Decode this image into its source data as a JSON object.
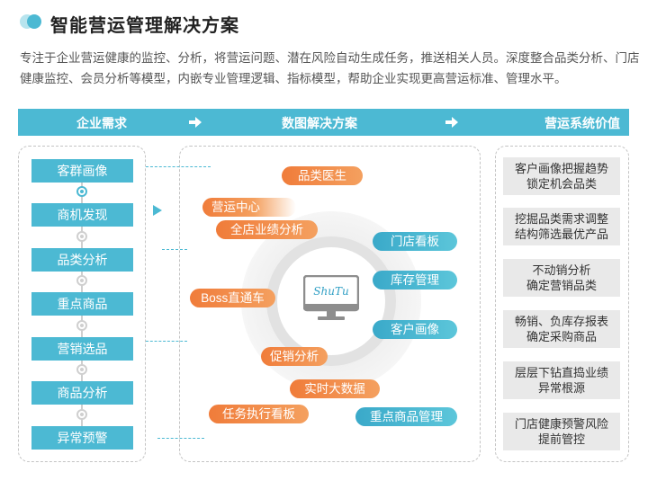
{
  "header": {
    "title": "智能营运管理解决方案",
    "intro": "专注于企业营运健康的监控、分析，将营运问题、潜在风险自动生成任务，推送相关人员。深度整合品类分析、门店健康监控、会员分析等模型，内嵌专业管理逻辑、指标模型，帮助企业实现更高营运标准、管理水平。"
  },
  "columns": {
    "needs": "企业需求",
    "solutions": "数图解决方案",
    "values": "营运系统价值"
  },
  "needs": [
    "客群画像",
    "商机发现",
    "品类分析",
    "重点商品",
    "营销选品",
    "商品分析",
    "异常预警"
  ],
  "center_logo": "ShuTu",
  "solutions": {
    "category_doctor": "品类医生",
    "ops_center": "营运中心",
    "store_performance": "全店业绩分析",
    "store_board": "门店看板",
    "inventory": "库存管理",
    "boss_express": "Boss直通车",
    "customer_portrait": "客户画像",
    "promotion": "促销分析",
    "realtime_bigdata": "实时大数据",
    "task_board": "任务执行看板",
    "key_goods_mgmt": "重点商品管理"
  },
  "values": [
    {
      "line1": "客户画像把握趋势",
      "line2": "锁定机会品类"
    },
    {
      "line1": "挖掘品类需求调整",
      "line2": "结构筛选最优产品"
    },
    {
      "line1": "不动销分析",
      "line2": "确定营销品类"
    },
    {
      "line1": "畅销、负库存报表",
      "line2": "确定采购商品"
    },
    {
      "line1": "层层下钻直捣业绩",
      "line2": "异常根源"
    },
    {
      "line1": "门店健康预警风险",
      "line2": "提前管控"
    }
  ],
  "colors": {
    "accent": "#4cb9d3",
    "orange": "#f07c3a",
    "box_gray": "#e9e9e9"
  }
}
